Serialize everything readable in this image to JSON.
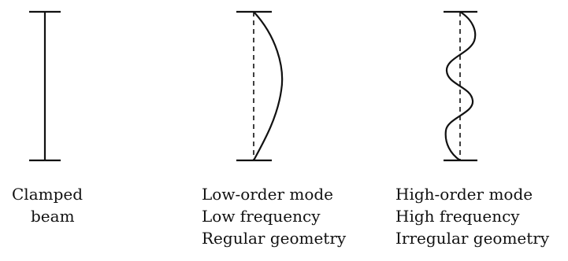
{
  "panels": [
    {
      "id": "clamped",
      "caption": [
        "Clamped",
        "beam"
      ]
    },
    {
      "id": "low-order",
      "caption": [
        "Low-order mode",
        "Low frequency",
        "Regular geometry"
      ]
    },
    {
      "id": "high-order",
      "caption": [
        "High-order mode",
        "High frequency",
        "Irregular geometry"
      ]
    }
  ],
  "colors": {
    "ink": "#111111",
    "background": "#ffffff"
  }
}
